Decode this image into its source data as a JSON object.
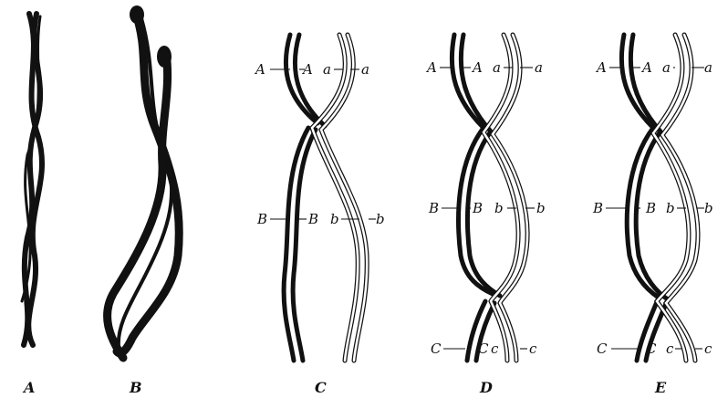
{
  "panels": {
    "A": {
      "caption": "A"
    },
    "B": {
      "caption": "B"
    },
    "C": {
      "caption": "C",
      "labels": {
        "A_left": "A",
        "A_right": "A",
        "a_left": "a",
        "a_right": "a",
        "B_left": "B",
        "B_right": "B",
        "b_left": "b",
        "b_right": "b"
      }
    },
    "D": {
      "caption": "D",
      "labels": {
        "A_left": "A",
        "A_right": "A",
        "a_left": "a",
        "a_right": "a",
        "B_left": "B",
        "B_right": "B",
        "b_left": "b",
        "b_right": "b",
        "C_left": "C",
        "C_right": "C",
        "c_left": "c",
        "c_right": "c"
      }
    },
    "E": {
      "caption": "E",
      "labels": {
        "A_left": "A",
        "A_right": "A",
        "a_left": "a",
        "a_right": "a",
        "B_left": "B",
        "B_right": "B",
        "b_left": "b",
        "b_right": "b",
        "C_left": "C",
        "C_right": "C",
        "c_left": "c",
        "c_right": "c"
      }
    }
  },
  "colors": {
    "ink": "#111111",
    "paper": "#ffffff"
  }
}
